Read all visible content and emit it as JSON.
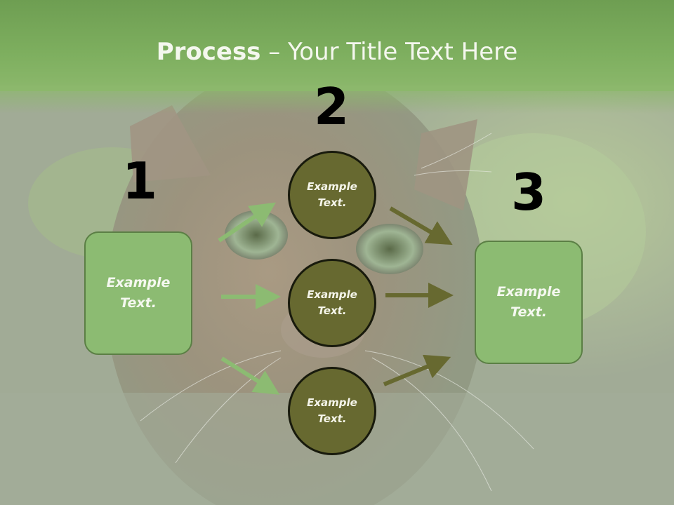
{
  "title": {
    "bold": "Process",
    "rest": " – Your Title Text Here"
  },
  "steps": [
    {
      "number": "1",
      "label": "Example Text."
    },
    {
      "number": "2",
      "label": "Example Text."
    },
    {
      "number": "3",
      "label": "Example Text."
    }
  ],
  "circles": [
    {
      "label": "Example Text."
    },
    {
      "label": "Example Text."
    },
    {
      "label": "Example Text."
    }
  ],
  "colors": {
    "title_band": "#7eaf5f",
    "box_fill": "#8cbb72",
    "circle_fill": "#676930",
    "arrow_light": "#8cbb72",
    "arrow_dark": "#676930"
  }
}
